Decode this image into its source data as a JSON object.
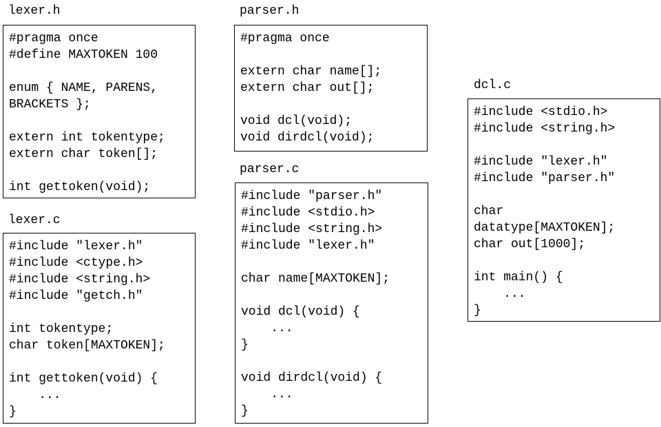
{
  "files": [
    {
      "title": "lexer.h",
      "lines": [
        "#pragma once",
        "#define MAXTOKEN 100",
        "",
        "enum { NAME, PARENS,",
        "BRACKETS };",
        "",
        "extern int tokentype;",
        "extern char token[];",
        "",
        "int gettoken(void);"
      ]
    },
    {
      "title": "lexer.c",
      "lines": [
        "#include \"lexer.h\"",
        "#include <ctype.h>",
        "#include <string.h>",
        "#include \"getch.h\"",
        "",
        "int tokentype;",
        "char token[MAXTOKEN];",
        "",
        "int gettoken(void) {",
        "    ...",
        "}"
      ]
    },
    {
      "title": "parser.h",
      "lines": [
        "#pragma once",
        "",
        "extern char name[];",
        "extern char out[];",
        "",
        "void dcl(void);",
        "void dirdcl(void);"
      ]
    },
    {
      "title": "parser.c",
      "lines": [
        "#include \"parser.h\"",
        "#include <stdio.h>",
        "#include <string.h>",
        "#include \"lexer.h\"",
        "",
        "char name[MAXTOKEN];",
        "",
        "void dcl(void) {",
        "    ...",
        "}",
        "",
        "void dirdcl(void) {",
        "    ...",
        "}"
      ]
    },
    {
      "title": "dcl.c",
      "lines": [
        "#include <stdio.h>",
        "#include <string.h>",
        "",
        "#include \"lexer.h\"",
        "#include \"parser.h\"",
        "",
        "char",
        "datatype[MAXTOKEN];",
        "char out[1000];",
        "",
        "int main() {",
        "    ...",
        "}"
      ]
    }
  ]
}
